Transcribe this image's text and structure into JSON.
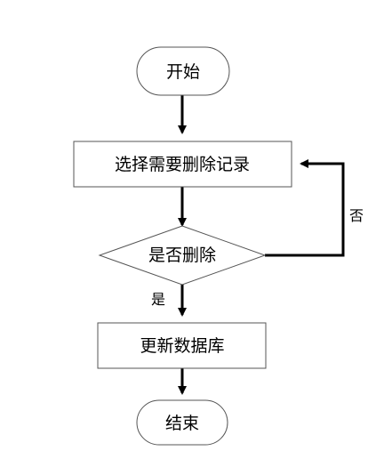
{
  "diagram": {
    "nodes": {
      "start": {
        "label": "开始",
        "shape": "terminator"
      },
      "select": {
        "label": "选择需要删除记录",
        "shape": "process"
      },
      "decision": {
        "label": "是否删除",
        "shape": "decision"
      },
      "update": {
        "label": "更新数据库",
        "shape": "process"
      },
      "end": {
        "label": "结束",
        "shape": "terminator"
      }
    },
    "edges": {
      "yes_label": "是",
      "no_label": "否"
    },
    "colors": {
      "line": "#000000",
      "shape_stroke": "#555555",
      "shape_fill": "#ffffff",
      "background": "#ffffff"
    }
  }
}
